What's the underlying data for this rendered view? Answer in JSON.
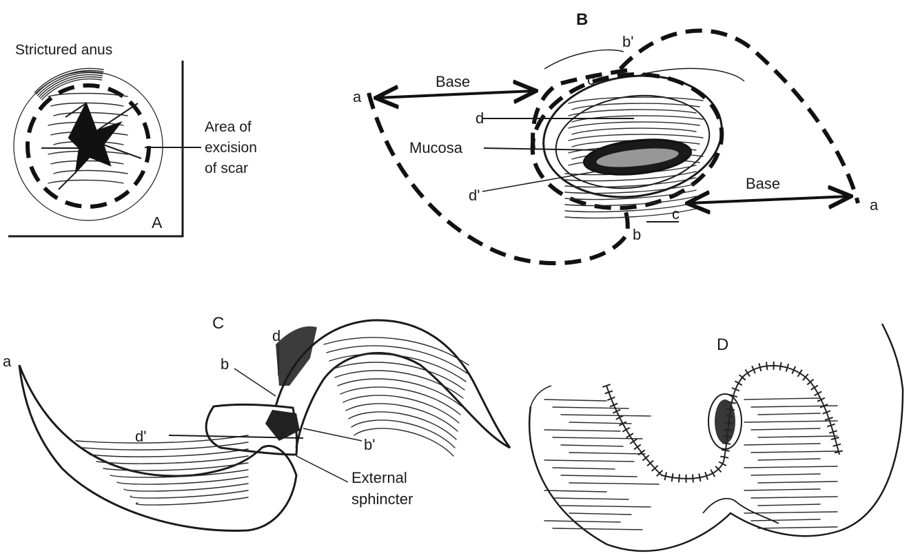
{
  "panels": {
    "A": {
      "letter": "A",
      "title": "Strictured anus",
      "excision_label_1": "Area of",
      "excision_label_2": "excision",
      "excision_label_3": "of scar"
    },
    "B": {
      "letter": "B",
      "base_left": "Base",
      "base_right": "Base",
      "point_a_left": "a",
      "point_a_right": "a",
      "point_b": "b",
      "point_b_prime": "b'",
      "point_c_top": "c",
      "point_c_bottom": "c",
      "point_d": "d",
      "point_d_prime": "d'",
      "mucosa": "Mucosa"
    },
    "C": {
      "letter": "C",
      "point_a": "a",
      "point_b": "b",
      "point_b_prime": "b'",
      "point_d": "d",
      "point_d_prime": "d'",
      "sphincter_1": "External",
      "sphincter_2": "sphincter"
    },
    "D": {
      "letter": "D"
    }
  }
}
